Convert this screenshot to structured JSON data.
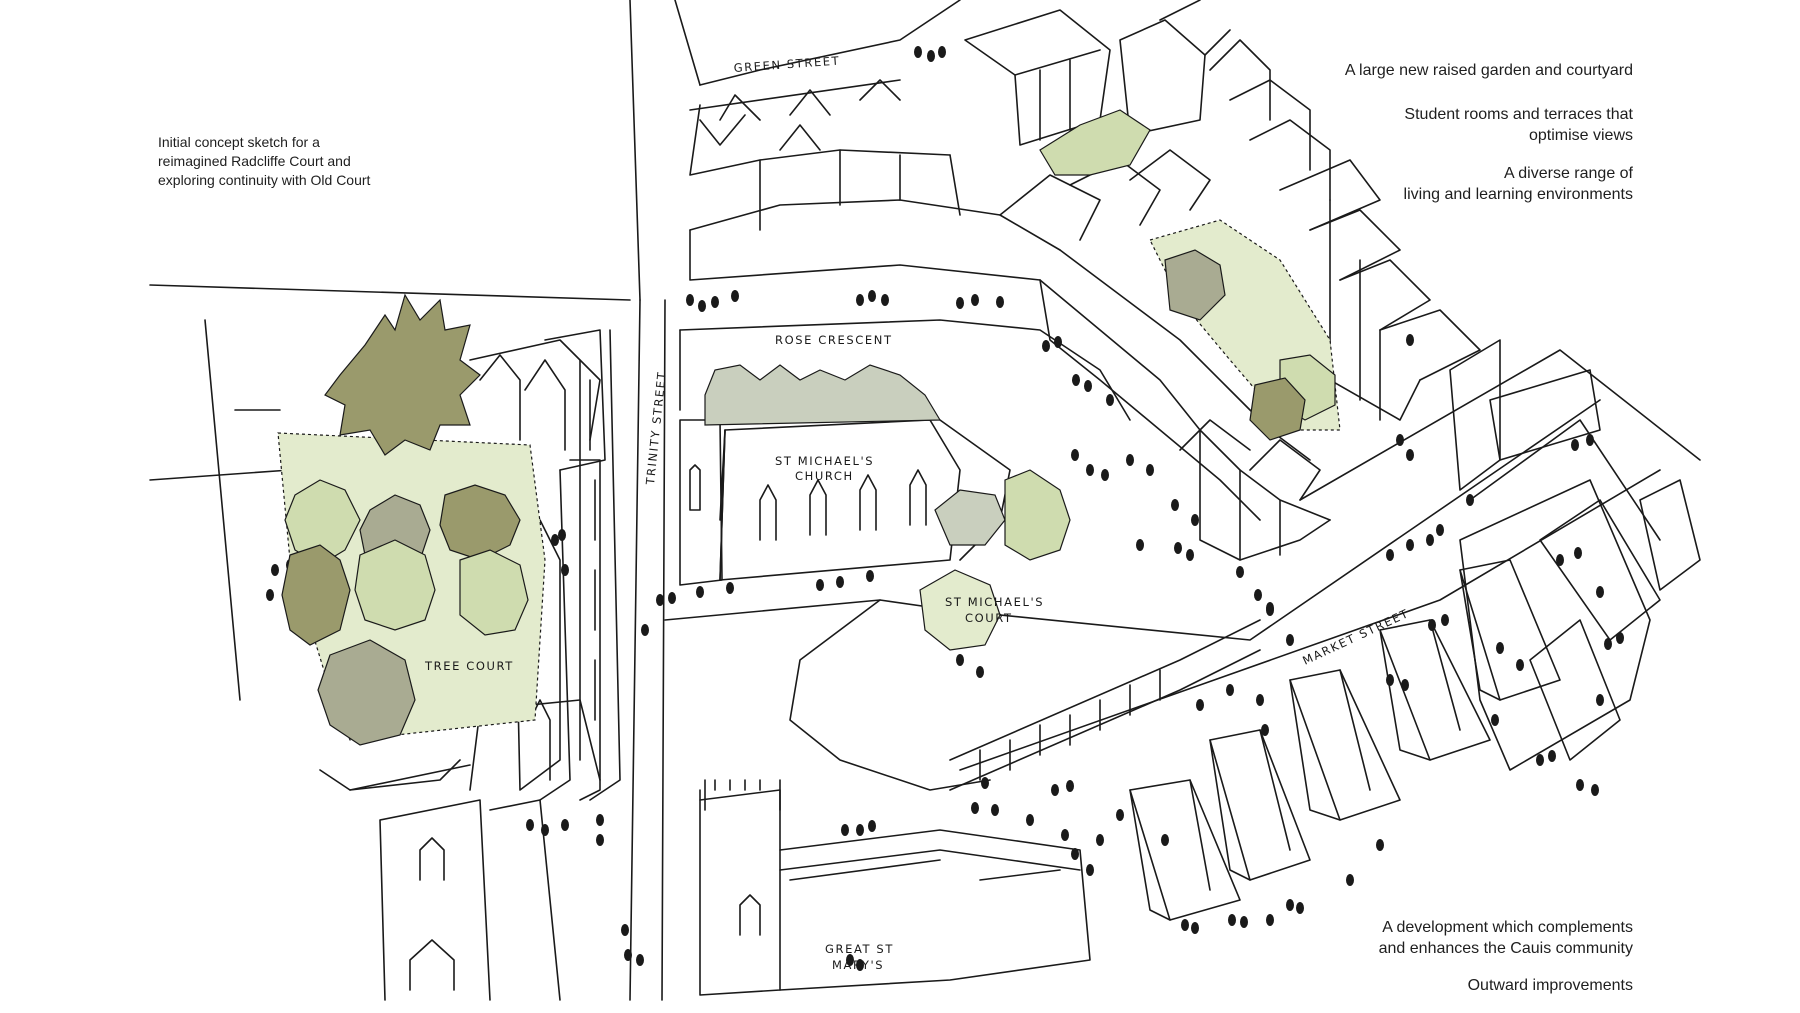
{
  "intro_note": {
    "lines": [
      "Initial concept sketch for a",
      "reimagined Radcliffe Court and",
      "exploring continuity with Old Court"
    ]
  },
  "notes": {
    "garden": {
      "lines": [
        "A large new raised garden and courtyard"
      ]
    },
    "student_rooms": {
      "lines": [
        "Student rooms and terraces that",
        "optimise views"
      ]
    },
    "diverse_range": {
      "lines": [
        "A diverse range of",
        "living and learning environments"
      ]
    },
    "development": {
      "lines": [
        "A development which complements",
        "and enhances the Cauis community"
      ]
    },
    "outward": {
      "lines": [
        "Outward improvements"
      ]
    }
  },
  "labels": {
    "green_street": "GREEN STREET",
    "rose_crescent": "ROSE CRESCENT",
    "trinity_street": "TRINITY STREET",
    "church_line1": "ST MICHAEL'S",
    "church_line2": "CHURCH",
    "court_line1": "ST MICHAEL'S",
    "court_line2": "COURT",
    "tree_court": "TREE COURT",
    "market_street": "MARKET STREET",
    "great_st_line1": "GREAT ST",
    "great_st_line2": "MARY'S"
  },
  "colors": {
    "ink": "#1a1a1a",
    "lawn": "#e3ebcd",
    "tree_olive": "#9a9a6c",
    "tree_light": "#cfdcaf",
    "tree_grey": "#a9ab92",
    "tree_pale": "#c9cfbe"
  }
}
